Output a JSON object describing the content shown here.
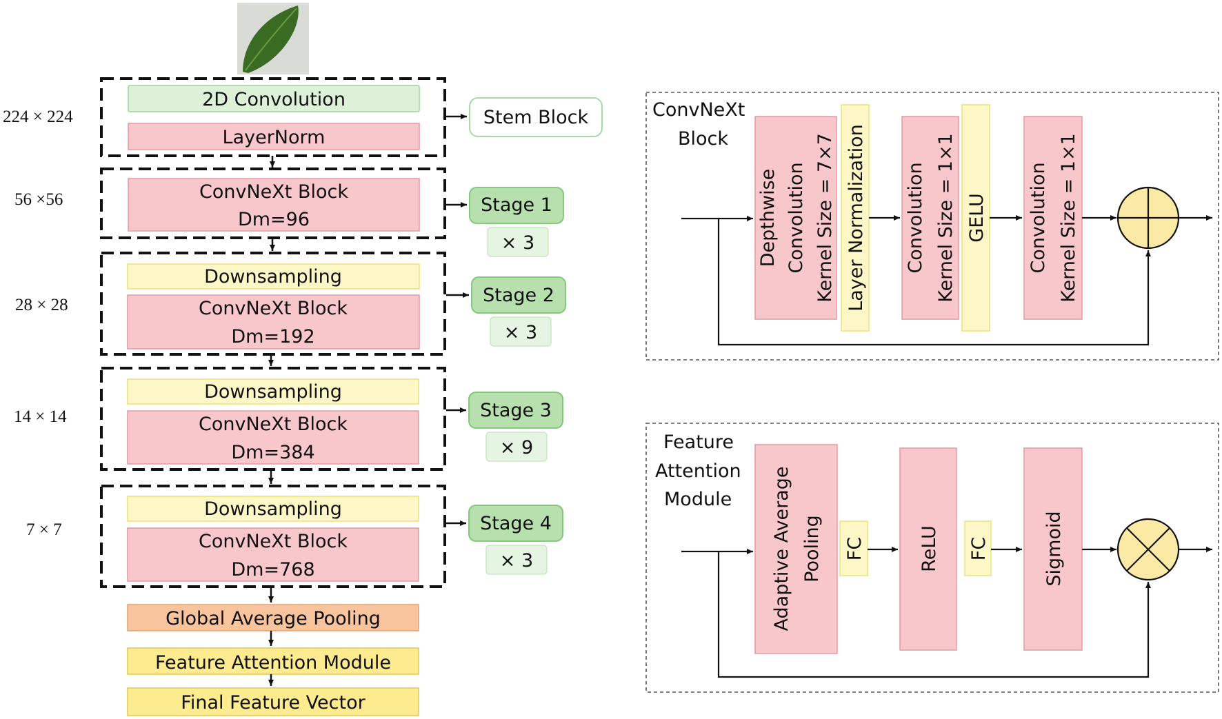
{
  "colors": {
    "green_box": "#dcf1d8",
    "green_border": "#9fd69a",
    "pink_box": "#f7c7cb",
    "pink_border": "#e49aa2",
    "yellow_box": "#fdf7c8",
    "yellow_border": "#e9e27a",
    "orange_box": "#f8c49e",
    "orange_border": "#e4a06d",
    "gold_box": "#fdec8f",
    "gold_border": "#e2c653",
    "stage_green": "#b7e0ae",
    "stage_green_border": "#7cc373",
    "repeat_green": "#e6f4e3",
    "circle_fill": "#fbeaa6"
  },
  "left": {
    "stem": {
      "dim": "224 × 224",
      "conv": "2D Convolution",
      "norm": "LayerNorm",
      "tag": "Stem Block"
    },
    "stage1": {
      "dim": "56 ×56",
      "block": "ConvNeXt Block",
      "dm": "Dm=96",
      "tag": "Stage 1",
      "repeat": "× 3"
    },
    "stage2": {
      "dim": "28 × 28",
      "down": "Downsampling",
      "block": "ConvNeXt Block",
      "dm": "Dm=192",
      "tag": "Stage 2",
      "repeat": "× 3"
    },
    "stage3": {
      "dim": "14 × 14",
      "down": "Downsampling",
      "block": "ConvNeXt Block",
      "dm": "Dm=384",
      "tag": "Stage 3",
      "repeat": "× 9"
    },
    "stage4": {
      "dim": "7 × 7",
      "down": "Downsampling",
      "block": "ConvNeXt Block",
      "dm": "Dm=768",
      "tag": "Stage 4",
      "repeat": "× 3"
    },
    "gap": "Global Average Pooling",
    "fam": "Feature Attention Module",
    "ffv": "Final Feature Vector"
  },
  "convnext_panel": {
    "title_line1": "ConvNeXt",
    "title_line2": "Block",
    "dw_line1": "Depthwise",
    "dw_line2": "Convolution",
    "dw_line3": "Kernel Size = 7×7",
    "ln": "Layer Normalization",
    "conv1_line1": "Convolution",
    "conv1_line2": "Kernel Size = 1×1",
    "gelu": "GELU",
    "conv2_line1": "Convolution",
    "conv2_line2": "Kernel Size = 1×1"
  },
  "fam_panel": {
    "title_line1": "Feature",
    "title_line2": "Attention",
    "title_line3": "Module",
    "aap_line1": "Adaptive Average",
    "aap_line2": "Pooling",
    "fc1": "FC",
    "relu": "ReLU",
    "fc2": "FC",
    "sigmoid": "Sigmoid"
  }
}
